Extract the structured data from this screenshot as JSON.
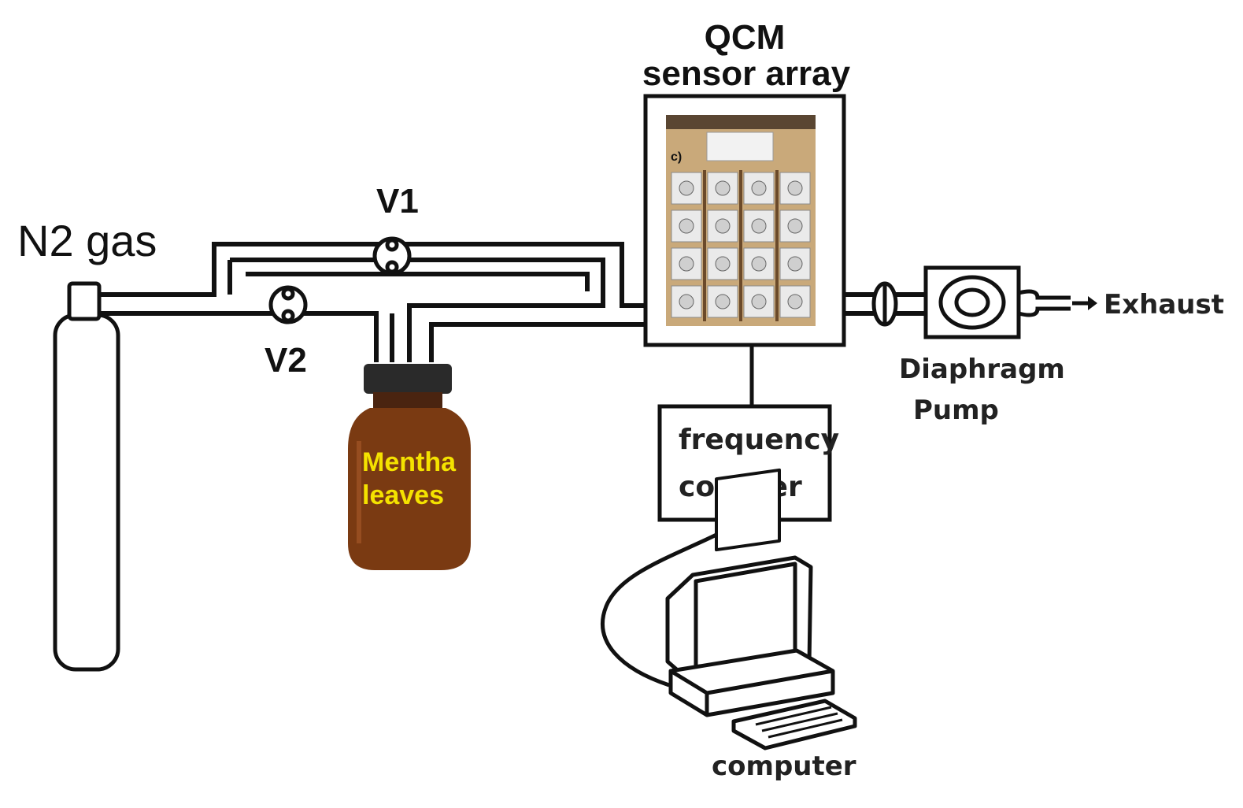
{
  "labels": {
    "gas_source": "N2 gas",
    "valve_1": "V1",
    "valve_2": "V2",
    "qcm_title_line1": "QCM",
    "qcm_title_line2": "sensor array",
    "bottle_line1": "Mentha",
    "bottle_line2": "leaves",
    "pump_line1": "Diaphragm",
    "pump_line2": "Pump",
    "exhaust": "Exhaust",
    "counter_line1": "frequency",
    "counter_line2": "counter",
    "computer": "computer",
    "photo_tag": "c)"
  },
  "colors": {
    "line": "#111111",
    "bottle": "#7a3a12",
    "bottle_cap": "#2a2a2a",
    "bottle_text": "#f4e200",
    "photo_bg": "#c9a97a"
  }
}
